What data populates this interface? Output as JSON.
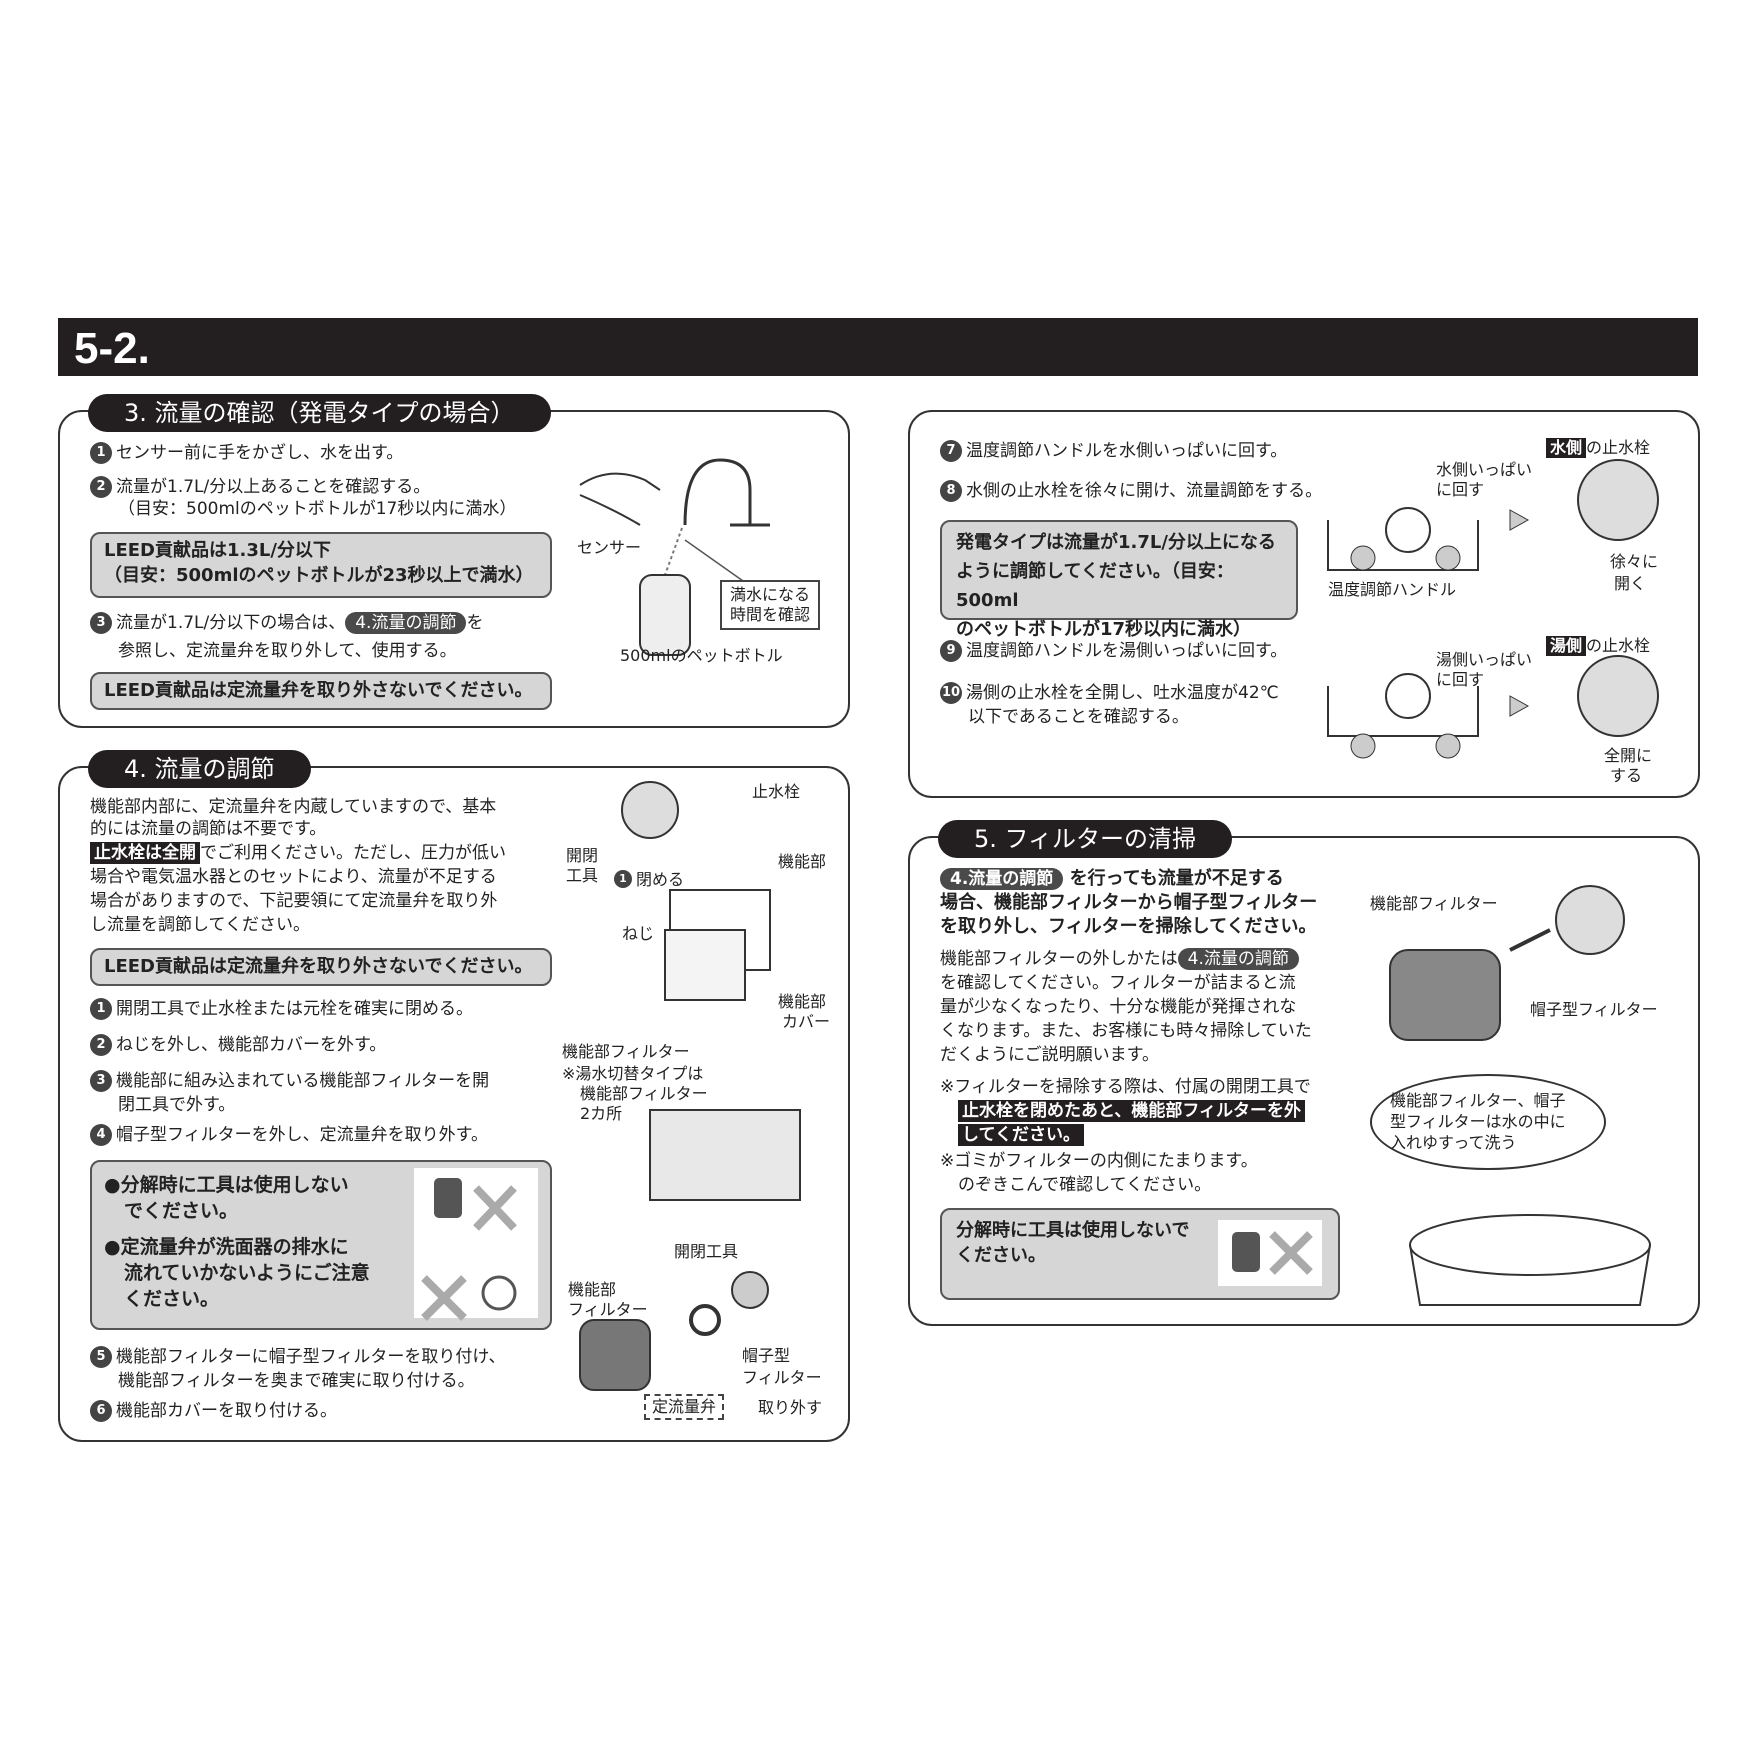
{
  "header": {
    "title": "5-2."
  },
  "s3": {
    "title": "3. 流量の確認（発電タイプの場合）",
    "step1": "センサー前に手をかざし、水を出す。",
    "step2a": "流量が1.7L/分以上あることを確認する。",
    "step2b": "（目安：500mlのペットボトルが17秒以内に満水）",
    "note1a": "LEED貢献品は1.3L/分以下",
    "note1b": "（目安：500mlのペットボトルが23秒以上で満水）",
    "step3a": "流量が1.7L/分以下の場合は、",
    "step3_ref": "4.流量の調節",
    "step3_suffix": "を",
    "step3b": "参照し、定流量弁を取り外して、使用する。",
    "note2": "LEED貢献品は定流量弁を取り外さないでください。",
    "fig_sensor": "センサー",
    "fig_check_a": "満水になる",
    "fig_check_b": "時間を確認",
    "fig_bottle": "500mlのペットボトル"
  },
  "s4": {
    "title": "4. 流量の調節",
    "intro1": "機能部内部に、定流量弁を内蔵していますので、基本",
    "intro2": "的には流量の調節は不要です。",
    "intro3_tag": "止水栓は全開",
    "intro3": "でご利用ください。ただし、圧力が低い",
    "intro4": "場合や電気温水器とのセットにより、流量が不足する",
    "intro5": "場合がありますので、下記要領にて定流量弁を取り外",
    "intro6": "し流量を調節してください。",
    "note": "LEED貢献品は定流量弁を取り外さないでください。",
    "step1": "開閉工具で止水栓または元栓を確実に閉める。",
    "step2": "ねじを外し、機能部カバーを外す。",
    "step3a": "機能部に組み込まれている機能部フィルターを開",
    "step3b": "閉工具で外す。",
    "step4": "帽子型フィルターを外し、定流量弁を取り外す。",
    "warn1a": "●分解時に工具は使用しない",
    "warn1b": "でください。",
    "warn2a": "●定流量弁が洗面器の排水に",
    "warn2b": "流れていかないようにご注意",
    "warn2c": "ください。",
    "step5a": "機能部フィルターに帽子型フィルターを取り付け、",
    "step5b": "機能部フィルターを奥まで確実に取り付ける。",
    "step6": "機能部カバーを取り付ける。",
    "fig": {
      "stopcock": "止水栓",
      "tool_a": "開閉",
      "tool_b": "工具",
      "close": "閉める",
      "unit": "機能部",
      "screw": "ねじ",
      "cover_a": "機能部",
      "cover_b": "カバー",
      "filter": "機能部フィルター",
      "note_a": "※湯水切替タイプは",
      "note_b": "機能部フィルター",
      "note_c": "2カ所",
      "tool2": "開閉工具",
      "filter2_a": "機能部",
      "filter2_b": "フィルター",
      "cap_a": "帽子型",
      "cap_b": "フィルター",
      "valve": "定流量弁",
      "remove": "取り外す"
    }
  },
  "s7": {
    "step7": "温度調節ハンドルを水側いっぱいに回す。",
    "step8": "水側の止水栓を徐々に開け、流量調節をする。",
    "note_a": "発電タイプは流量が1.7L/分以上になる",
    "note_b": "ように調節してください。（目安：500ml",
    "note_c": "のペットボトルが17秒以内に満水）",
    "step9": "温度調節ハンドルを湯側いっぱいに回す。",
    "step10a": "湯側の止水栓を全開し、吐水温度が42℃",
    "step10b": "以下であることを確認する。",
    "fig": {
      "cold_tag": "水側",
      "cold_suffix": "の止水栓",
      "cold_turn_a": "水側いっぱい",
      "cold_turn_b": "に回す",
      "open_a": "徐々に",
      "open_b": "開く",
      "handle": "温度調節ハンドル",
      "hot_tag": "湯側",
      "hot_suffix": "の止水栓",
      "hot_turn_a": "湯側いっぱい",
      "hot_turn_b": "に回す",
      "full_a": "全開に",
      "full_b": "する"
    }
  },
  "s5": {
    "title": "5. フィルターの清掃",
    "ref": "4.流量の調節",
    "lead1": "を行っても流量が不足する",
    "lead2": "場合、機能部フィルターから帽子型フィルター",
    "lead3": "を取り外し、フィルターを掃除してください。",
    "body1": "機能部フィルターの外しかたは",
    "body2": "を確認してください。フィルターが詰まると流",
    "body3": "量が少なくなったり、十分な機能が発揮されな",
    "body4": "くなります。また、お客様にも時々掃除していた",
    "body5": "だくようにご説明願います。",
    "n1a": "※フィルターを掃除する際は、付属の開閉工具で",
    "n1b": "止水栓を閉めたあと、機能部フィルターを外",
    "n1c": "してください。",
    "n2a": "※ゴミがフィルターの内側にたまります。",
    "n2b": "のぞきこんで確認してください。",
    "warn_a": "分解時に工具は使用しないで",
    "warn_b": "ください。",
    "fig": {
      "filter": "機能部フィルター",
      "cap": "帽子型フィルター",
      "bubble_a": "機能部フィルター、帽子",
      "bubble_b": "型フィルターは水の中に",
      "bubble_c": "入れゆすって洗う"
    }
  }
}
